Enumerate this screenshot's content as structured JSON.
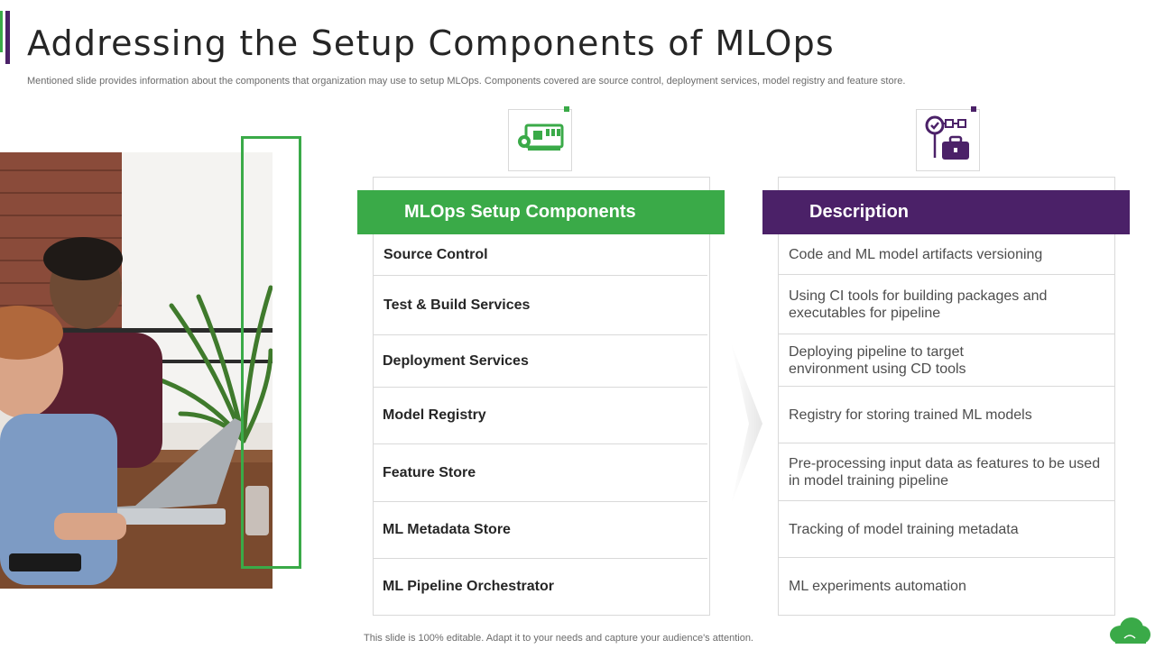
{
  "header": {
    "title": "Addressing the Setup Components of MLOps",
    "subtitle": "Mentioned slide provides information about the components that organization may use to setup MLOps.  Components covered are source control, deployment services, model registry and feature store."
  },
  "left_column": {
    "header": "MLOps Setup Components",
    "icon": "circuit-board-icon",
    "color": "#3aaa48",
    "rows": [
      "Source Control",
      "Test & Build Services",
      "Deployment Services",
      "Model Registry",
      "Feature Store",
      "ML Metadata Store",
      "ML Pipeline Orchestrator"
    ]
  },
  "right_column": {
    "header": "Description",
    "icon": "toolbox-gear-icon",
    "color": "#4b2168",
    "rows": [
      "Code and ML model artifacts versioning",
      "Using CI tools for building packages and executables for pipeline",
      "Deploying pipeline to target environment  using CD tools",
      "Registry for storing trained ML models",
      "Pre-processing input data as features to be used in model training pipeline",
      "Tracking of model training metadata",
      "ML experiments automation"
    ]
  },
  "footer": {
    "text": "This slide is 100% editable. Adapt it to your needs and capture your audience's attention."
  },
  "logo_icon": "cloud-icon"
}
